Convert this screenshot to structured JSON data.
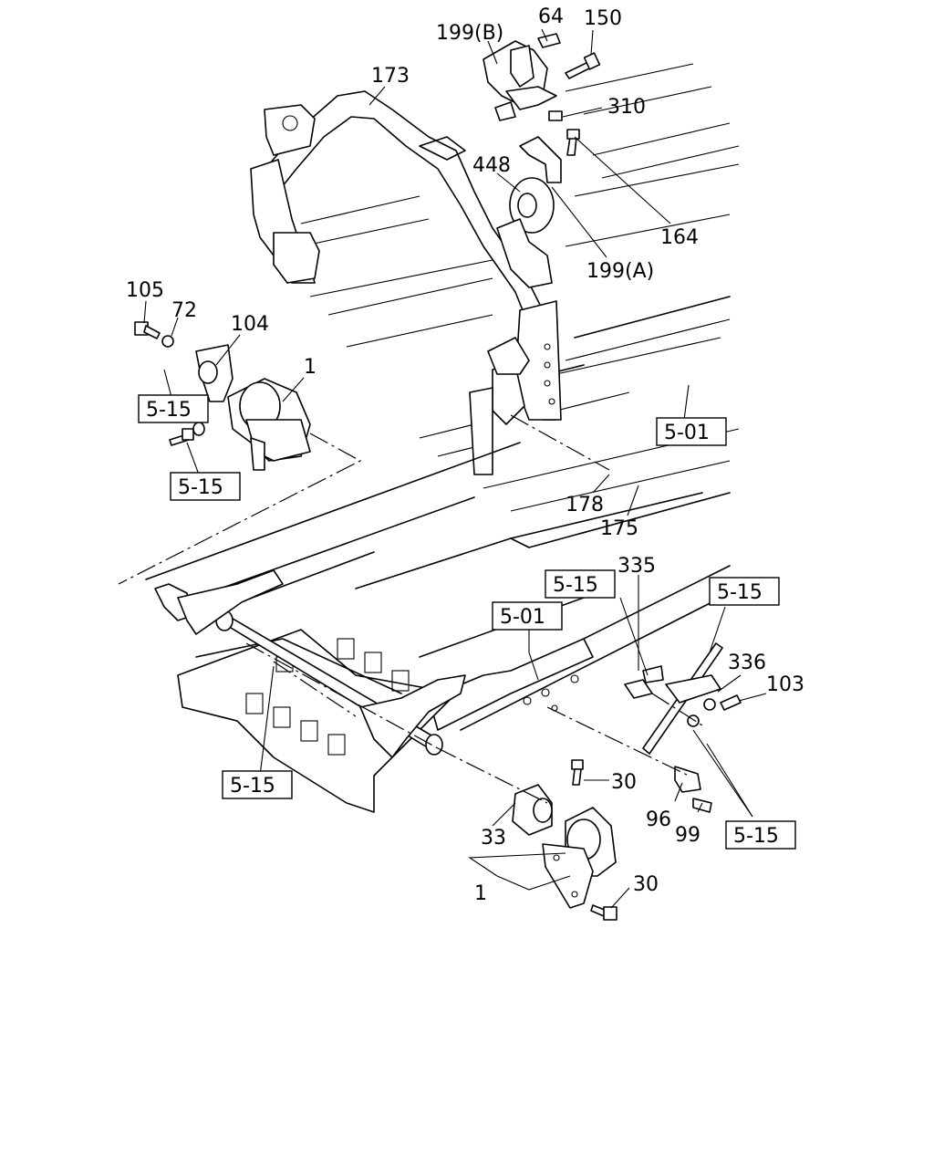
{
  "part_labels": {
    "p64": "64",
    "p150": "150",
    "p199b": "199(B)",
    "p173": "173",
    "p310": "310",
    "p448": "448",
    "p164": "164",
    "p199a": "199(A)",
    "p105": "105",
    "p72": "72",
    "p104": "104",
    "p1_top": "1",
    "p178": "178",
    "p175": "175",
    "p335": "335",
    "p336": "336",
    "p103": "103",
    "p30_a": "30",
    "p96": "96",
    "p99": "99",
    "p33": "33",
    "p1_bottom": "1",
    "p30_b": "30"
  },
  "ref_labels": {
    "r515_a": "5-15",
    "r515_b": "5-15",
    "r501_right": "5-01",
    "r515_c": "5-15",
    "r515_d": "5-15",
    "r501_mid": "5-01",
    "r515_e": "5-15",
    "r515_f": "5-15"
  }
}
